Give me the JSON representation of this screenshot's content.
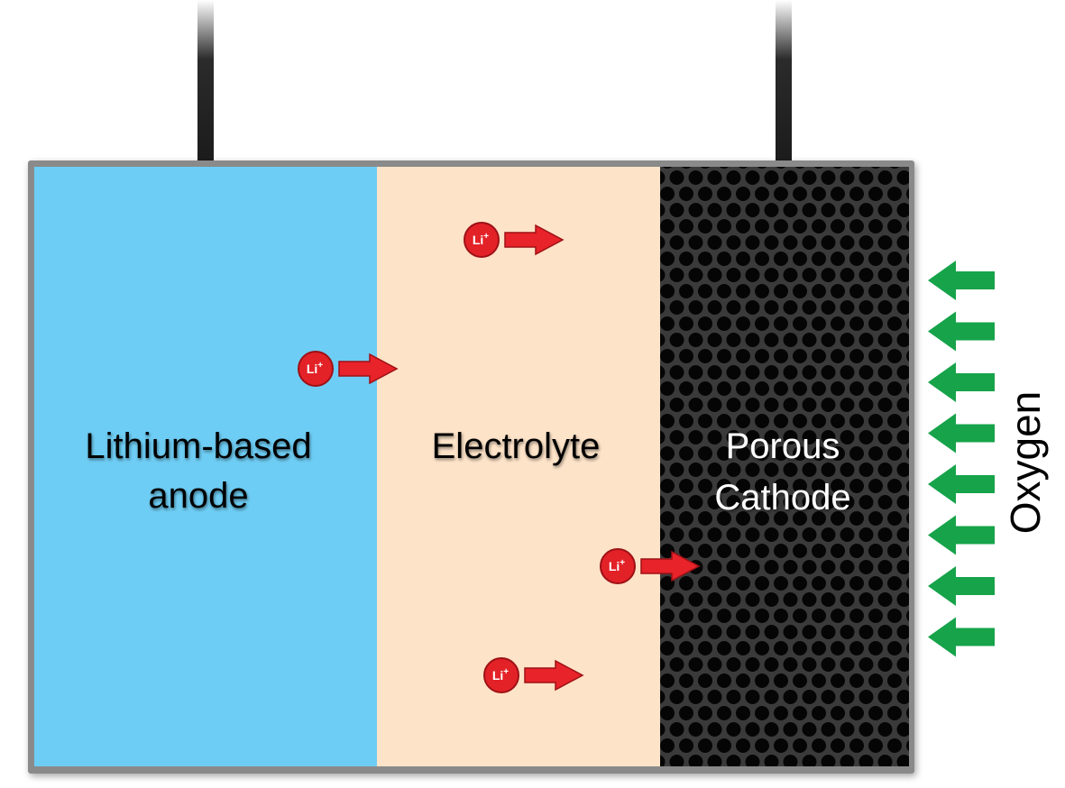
{
  "labels": {
    "anode_line1": "Lithium-based",
    "anode_line2": "anode",
    "electrolyte": "Electrolyte",
    "cathode_line1": "Porous",
    "cathode_line2": "Cathode",
    "oxygen": "Oxygen"
  },
  "ion": {
    "symbol": "Li",
    "charge": "+"
  },
  "colors": {
    "anode": "#6ecdf4",
    "electrolyte": "#fde3c8",
    "cathode": "#1c1c1c",
    "cathode_pores": "#050505",
    "cell_border": "#8a8a8a",
    "terminal": "#2b2b2b",
    "ion_fill": "#e32228",
    "ion_arrow": "#e8232a",
    "oxygen_arrow": "#16a34a"
  },
  "oxygen_arrow_count": 8,
  "ion_count": 4
}
